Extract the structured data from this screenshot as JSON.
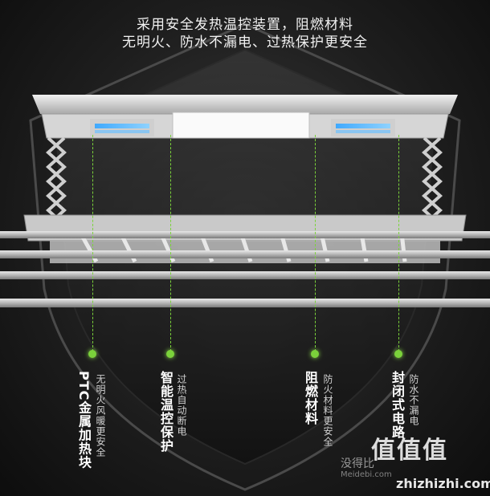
{
  "headline": {
    "line1": "采用安全发热温控装置，阻燃材料",
    "line2": "无明火、防水不漏电、过热保护更安全"
  },
  "features": [
    {
      "title": "PTC金属加热块",
      "desc": "无明火风暖更安全"
    },
    {
      "title": "智能温控保护",
      "desc": "过热自动断电"
    },
    {
      "title": "阻燃材料",
      "desc": "防火材料更安全"
    },
    {
      "title": "封闭式电路",
      "desc": "防水不漏电"
    }
  ],
  "watermark": {
    "logo": "值值值",
    "cn": "没得比",
    "en": "Meidebi.com",
    "url": "zhizhizhi.com"
  },
  "colors": {
    "accent": "#7bd23b",
    "background": "#1e1e1e"
  },
  "icons": [
    "product-drying-rack-icon",
    "shield-icon"
  ]
}
